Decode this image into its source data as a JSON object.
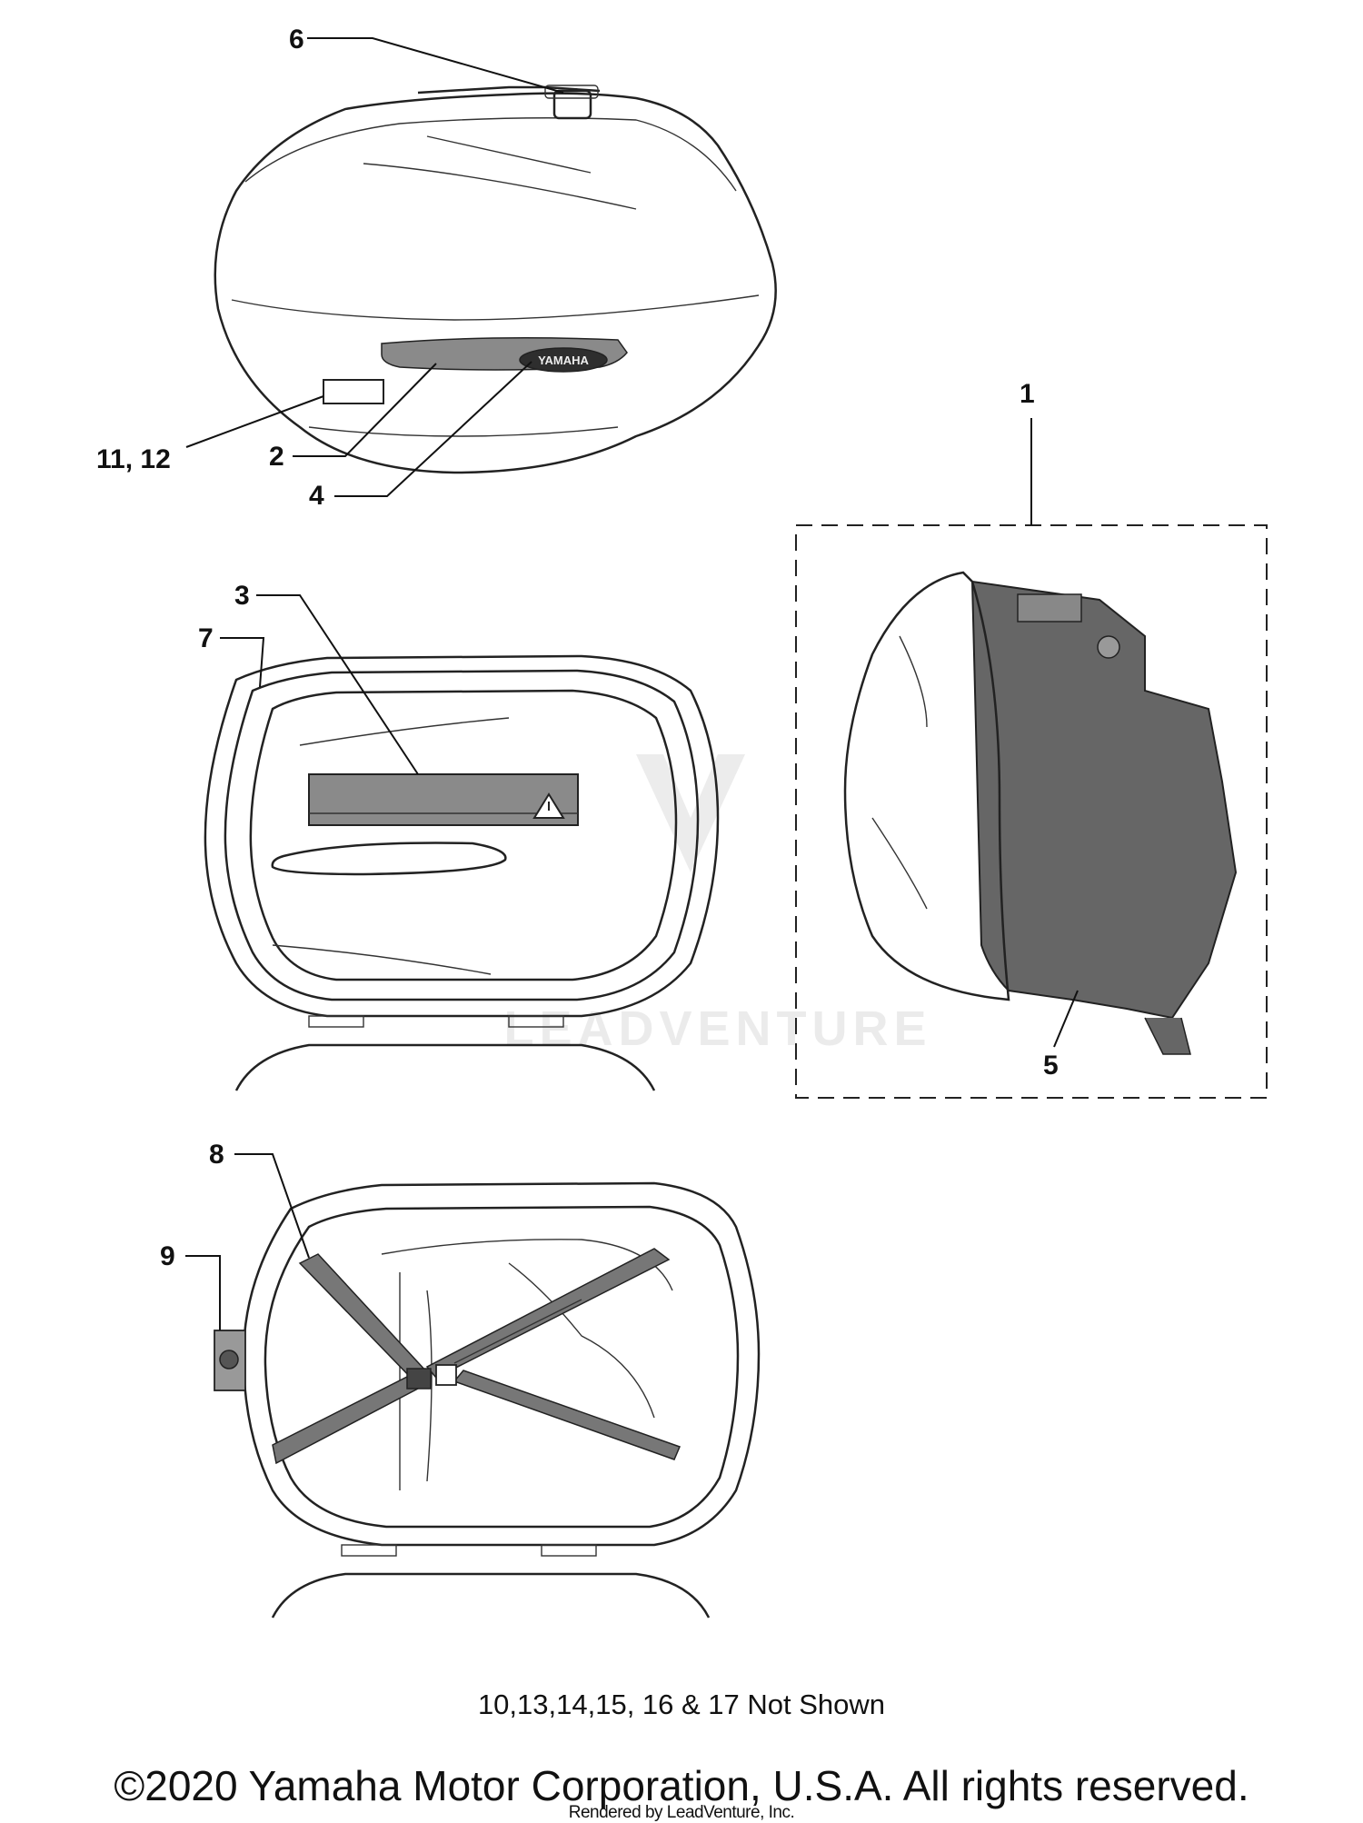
{
  "callouts": {
    "c1": "1",
    "c2": "2",
    "c3": "3",
    "c4": "4",
    "c5": "5",
    "c6": "6",
    "c7": "7",
    "c8": "8",
    "c9": "9",
    "c11_12": "11, 12"
  },
  "emblem_text": "YAMAHA",
  "watermark_text": "LEADVENTURE",
  "footer": {
    "not_shown_note": "10,13,14,15, 16 & 17 Not Shown",
    "copyright": "©2020 Yamaha Motor Corporation, U.S.A. All rights reserved.",
    "rendered_by": "Rendered by LeadVenture, Inc."
  },
  "colors": {
    "line": "#222222",
    "label_fill": "#8a8a8a",
    "dark_fill": "#555555"
  }
}
